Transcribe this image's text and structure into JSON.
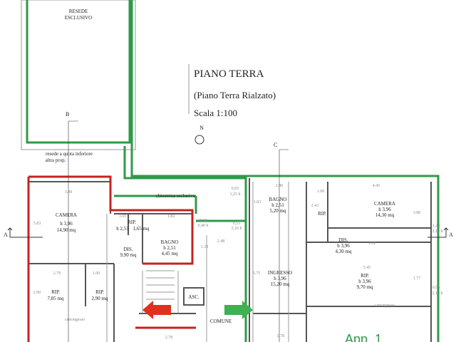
{
  "title": {
    "main": "PIANO TERRA",
    "sub": "(Piano Terra Rialzato)",
    "scale": "Scala 1:100",
    "north": "N"
  },
  "areas": {
    "resede": [
      "RESEDE",
      "ESCLUSIVO"
    ],
    "resede_quota": [
      "resede a quota inferiore",
      "altra prop."
    ],
    "chiostrina": "chiostrina esclusiva",
    "comune": "COMUNE",
    "asc": "ASC.",
    "apartment": "App. 1"
  },
  "rooms_left": [
    {
      "name": "CAMERA",
      "h": "h 3,96",
      "mq": "14,90 mq"
    },
    {
      "name": "RIP.",
      "h": "h 2,51",
      "mq": "1,65 mq"
    },
    {
      "name": "BAGNO",
      "h": "h 2,51",
      "mq": "4,45 mq"
    },
    {
      "name": "DIS.",
      "mq": "9,90 mq"
    },
    {
      "name": "RIP.",
      "mq": "7,85 mq"
    },
    {
      "name": "RIP.",
      "mq": "2,90 mq"
    }
  ],
  "rooms_right": [
    {
      "name": "BAGNO",
      "h": "h 2,51",
      "mq": "5,20 mq"
    },
    {
      "name": "RIP."
    },
    {
      "name": "CAMERA",
      "h": "h 3,96",
      "mq": "14,30 mq"
    },
    {
      "name": "DIS.",
      "h": "h 3,96",
      "mq": "4,30 mq"
    },
    {
      "name": "INGRESSO",
      "h": "h 3,96",
      "mq": "15,20 mq"
    },
    {
      "name": "RIP.",
      "h": "h 3,96",
      "mq": "9,70 mq"
    }
  ],
  "dimensions": [
    "3.89",
    "5.83",
    "1.05",
    "1.82",
    "2.79",
    "1.00",
    "2.90",
    "2.48",
    "1.38",
    "2.86",
    "1.83",
    "5.75",
    "1.00",
    "2.43",
    "4.45",
    "3.80",
    "1.32",
    "5.45",
    "1.77",
    "2.78",
    "2.78",
    "0,65",
    "1,25 h",
    "0,50",
    "0,40 h",
    "0,55",
    "2,10 h",
    "1,28",
    "2,10 h",
    "0,65",
    "2,10 h"
  ],
  "notes": {
    "cartongesso": "cartongesso"
  },
  "section_marks": {
    "a": "A",
    "b": "B",
    "c": "C"
  },
  "colors": {
    "green": "#2e9a48",
    "red": "#c82020",
    "wall": "#555555"
  }
}
